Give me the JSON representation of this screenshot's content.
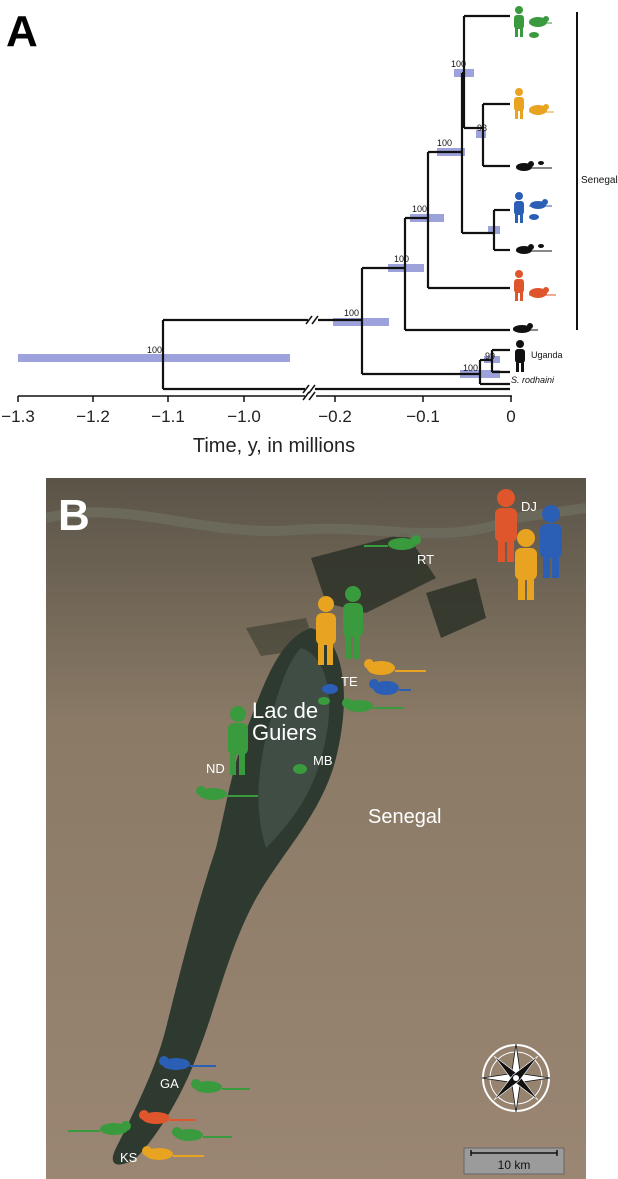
{
  "panel_a": {
    "letter": "A",
    "axis_label": "Time, y, in millions",
    "ticks": [
      "−1.3",
      "−1.2",
      "−1.1",
      "−1.0",
      "−0.2",
      "−0.1",
      "0"
    ],
    "clade_label": "Senegal",
    "uganda_label": "Uganda",
    "outgroup_label": "S. rodhaini",
    "support_values": [
      "100",
      "100",
      "100",
      "100",
      "100",
      "100",
      "99",
      "93",
      "100"
    ],
    "colors": {
      "green": "#3a9a3e",
      "yellow": "#e8a320",
      "blue": "#2a5fb5",
      "red": "#e0562c",
      "black": "#111111",
      "hpd_bar": "#8c92d6"
    }
  },
  "panel_b": {
    "letter": "B",
    "lake_label": "Lac de Guiers",
    "country_label": "Senegal",
    "sites": [
      "RT",
      "DJ",
      "TE",
      "MB",
      "ND",
      "GA",
      "KS"
    ],
    "scale_label": "10 km",
    "compass_icon": "compass-rose-icon"
  }
}
